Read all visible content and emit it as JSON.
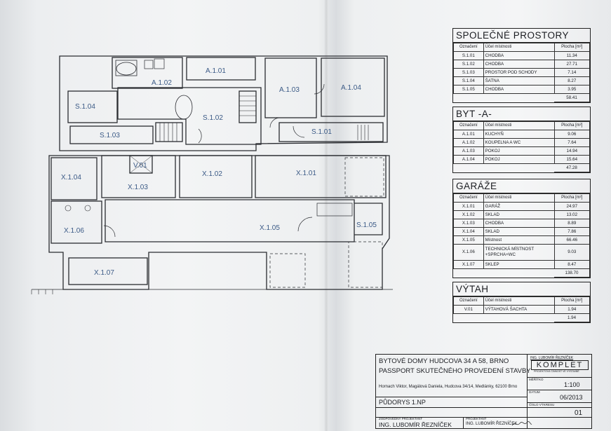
{
  "rooms": [
    {
      "label": "A.1.01"
    },
    {
      "label": "A.1.02"
    },
    {
      "label": "A.1.03"
    },
    {
      "label": "A.1.04"
    },
    {
      "label": "S.1.04"
    },
    {
      "label": "S.1.02"
    },
    {
      "label": "S.1.03"
    },
    {
      "label": "S.1.01"
    },
    {
      "label": "X.1.04"
    },
    {
      "label": "V.01"
    },
    {
      "label": "X.1.03"
    },
    {
      "label": "X.1.02"
    },
    {
      "label": "X.1.01"
    },
    {
      "label": "X.1.06"
    },
    {
      "label": "X.1.05"
    },
    {
      "label": "X.1.07"
    },
    {
      "label": "S.1.05"
    }
  ],
  "tables": [
    {
      "title": "SPOLEČNÉ PROSTORY",
      "headers": [
        "Označení",
        "Účel místnosti",
        "Plocha [m²]"
      ],
      "rows": [
        [
          "S.1.01",
          "CHODBA",
          "11.34"
        ],
        [
          "S.1.02",
          "CHODBA",
          "27.71"
        ],
        [
          "S.1.03",
          "PROSTOR POD SCHODY",
          "7.14"
        ],
        [
          "S.1.04",
          "ŠATNA",
          "8.27"
        ],
        [
          "S.1.05",
          "CHODBA",
          "3.95"
        ]
      ],
      "total": "58.41"
    },
    {
      "title": "BYT -A-",
      "headers": [
        "Označení",
        "Účel místnosti",
        "Plocha [m²]"
      ],
      "rows": [
        [
          "A.1.01",
          "KUCHYŇ",
          "9.06"
        ],
        [
          "A.1.02",
          "KOUPELNA A WC",
          "7.64"
        ],
        [
          "A.1.03",
          "POKOJ",
          "14.94"
        ],
        [
          "A.1.04",
          "POKOJ",
          "15.64"
        ]
      ],
      "total": "47.28"
    },
    {
      "title": "GARÁŽE",
      "headers": [
        "Označení",
        "Účel místnosti",
        "Plocha [m²]"
      ],
      "rows": [
        [
          "X.1.01",
          "GARÁŽ",
          "24.97"
        ],
        [
          "X.1.02",
          "SKLAD",
          "13.02"
        ],
        [
          "X.1.03",
          "CHODBA",
          "8.89"
        ],
        [
          "X.1.04",
          "SKLAD",
          "7.86"
        ],
        [
          "X.1.05",
          "Místnost",
          "66.46"
        ],
        [
          "X.1.06",
          "TECHNICKÁ MÍSTNOST +SPRCHA+WC",
          "9.03"
        ],
        [
          "X.1.07",
          "SKLEP",
          "8.47"
        ]
      ],
      "total": "138.70"
    },
    {
      "title": "VÝTAH",
      "headers": [
        "Označení",
        "Účel místnosti",
        "Plocha [m²]"
      ],
      "rows": [
        [
          "V.01",
          "VÝTAHOVÁ ŠACHTA",
          "1.94"
        ]
      ],
      "total": "1.94"
    }
  ],
  "titleblock": {
    "line1": "BYTOVÉ DOMY HUDCOVA 34 A 58, BRNO",
    "line2": "PASSPORT SKUTEČNÉHO PROVEDENÍ STAVBY",
    "owners": "Hornach Viktor, Magálová Daniela, Hudcova 34/14, Medlánky, 62100 Brno",
    "drawing": "PŮDORYS 1.NP",
    "responsible_label": "ZODPOVĚDNÝ PROJEKTANT",
    "responsible": "ING. LUBOMÍR ŘEZNÍČEK",
    "designer_label": "PROJEKTANT",
    "designer": "ING. LUBOMÍR ŘEZNÍČEK",
    "logo_top": "ING. LUBOMÍR ŘEZNÍČEK",
    "logo": "KOMPLET",
    "logo_sub": "PROJEKTOVÁ ČINNOST VE VÝSTAVBĚ",
    "scale_label": "MĚŘÍTKO",
    "scale": "1:100",
    "date_label": "DATUM",
    "date": "06/2013",
    "sheet_label": "ČÍSLO VÝKRESU",
    "sheet": "01"
  }
}
